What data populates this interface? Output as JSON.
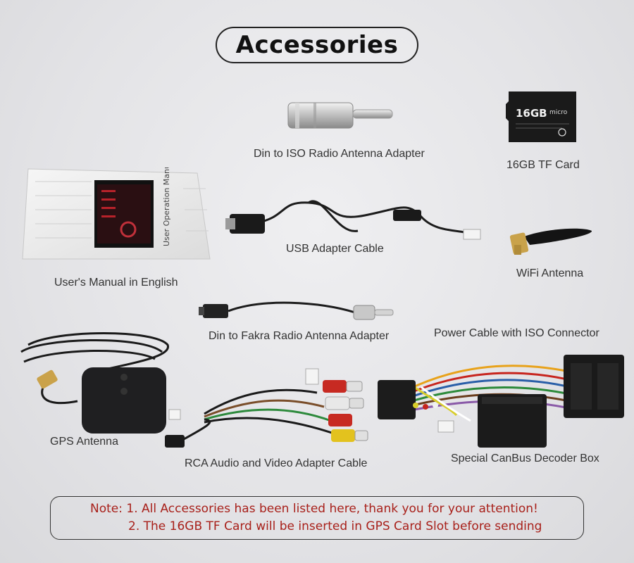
{
  "title": "Accessories",
  "items": {
    "din_iso": "Din to ISO Radio Antenna Adapter",
    "tf_card": "16GB TF Card",
    "tf_card_mark": "16GB",
    "tf_card_micro": "micro",
    "manual": "User's Manual in English",
    "manual_cover_text": "User Operation Manual",
    "usb": "USB Adapter Cable",
    "wifi": "WiFi Antenna",
    "din_fakra": "Din to Fakra Radio Antenna Adapter",
    "power": "Power Cable with ISO Connector",
    "gps": "GPS Antenna",
    "rca": "RCA Audio and Video Adapter Cable",
    "canbus": "Special CanBus Decoder Box"
  },
  "note": {
    "line1": "Note:  1. All Accessories has been listed here, thank you for your attention!",
    "line2": "2. The 16GB TF Card will be inserted in GPS Card Slot before sending"
  },
  "colors": {
    "note_text": "#a8201a",
    "title_text": "#111111",
    "label_text": "#333333"
  }
}
